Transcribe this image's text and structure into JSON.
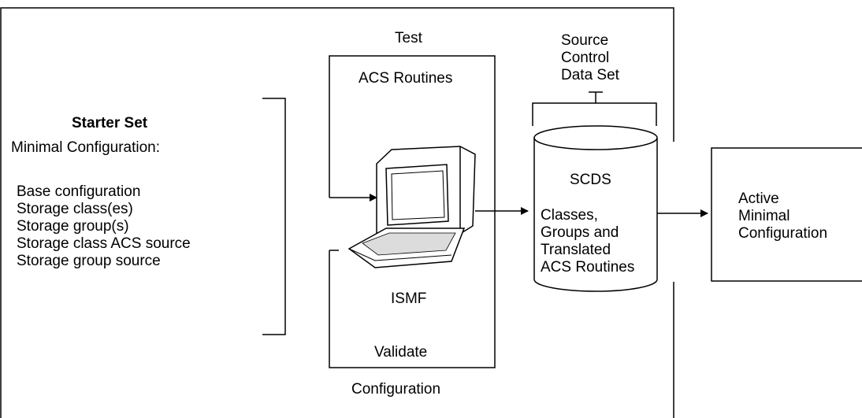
{
  "starter": {
    "title": "Starter Set",
    "subtitle": "Minimal Configuration:",
    "items": [
      "Base configuration",
      "Storage class(es)",
      "Storage group(s)",
      "Storage class ACS source",
      "Storage group source"
    ]
  },
  "test_box": {
    "top_label": "Test",
    "acs_label": "ACS Routines",
    "ismf_label": "ISMF",
    "validate_label": "Validate",
    "bottom_label": "Configuration"
  },
  "scds": {
    "header_lines": [
      "Source",
      "Control",
      "Data Set"
    ],
    "name": "SCDS",
    "content_lines": [
      "Classes,",
      "Groups and",
      "Translated",
      "ACS Routines"
    ]
  },
  "active": {
    "lines": [
      "Active",
      "Minimal",
      "Configuration"
    ]
  }
}
